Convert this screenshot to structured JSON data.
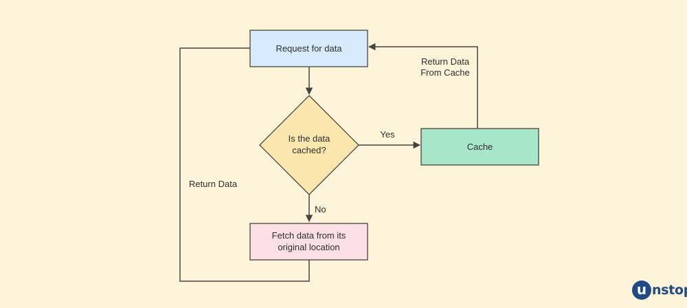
{
  "nodes": {
    "request": {
      "label": "Request for data",
      "fill": "#d8ebfd"
    },
    "decision": {
      "line1": "Is the data",
      "line2": "cached?",
      "fill": "#fbe7ae"
    },
    "cache": {
      "label": "Cache",
      "fill": "#a8e6c9"
    },
    "fetch": {
      "line1": "Fetch data from its",
      "line2": "original location",
      "fill": "#fde0e6"
    }
  },
  "edges": {
    "yes_label": "Yes",
    "no_label": "No",
    "return_cache_line1": "Return Data",
    "return_cache_line2": "From Cache",
    "return_data_label": "Return Data"
  },
  "logo": {
    "first_letter": "u",
    "rest": "nstop"
  },
  "colors": {
    "background": "#fdf4d9",
    "stroke": "#444444",
    "brand": "#1f4a86"
  }
}
